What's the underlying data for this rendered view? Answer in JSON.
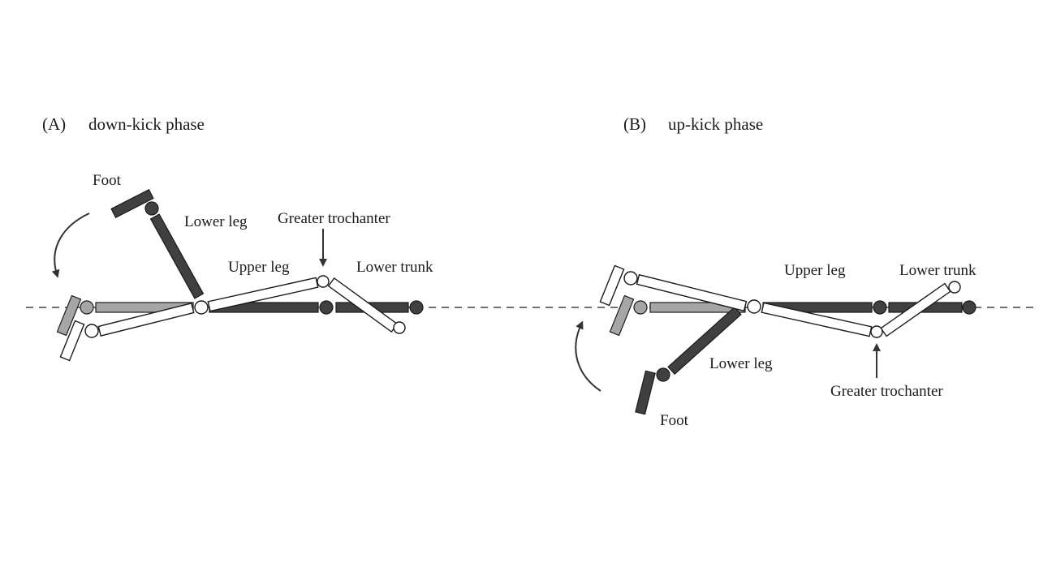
{
  "panels": [
    {
      "id": "A",
      "tag": "(A)",
      "title": "down-kick phase",
      "labels": {
        "foot": "Foot",
        "lower_leg": "Lower leg",
        "upper_leg": "Upper leg",
        "lower_trunk": "Lower trunk",
        "greater_trochanter": "Greater trochanter"
      },
      "motion_direction": "downward (clockwise arrow)"
    },
    {
      "id": "B",
      "tag": "(B)",
      "title": "up-kick phase",
      "labels": {
        "foot": "Foot",
        "lower_leg": "Lower leg",
        "upper_leg": "Upper leg",
        "lower_trunk": "Lower trunk",
        "greater_trochanter": "Greater trochanter"
      },
      "motion_direction": "upward (counter-clockwise arrow)"
    }
  ],
  "legend_colors": {
    "dark_segments": "#404040",
    "grey_segments": "#a6a6a6",
    "white_segments": "#ffffff",
    "reference_line": "#707070"
  }
}
